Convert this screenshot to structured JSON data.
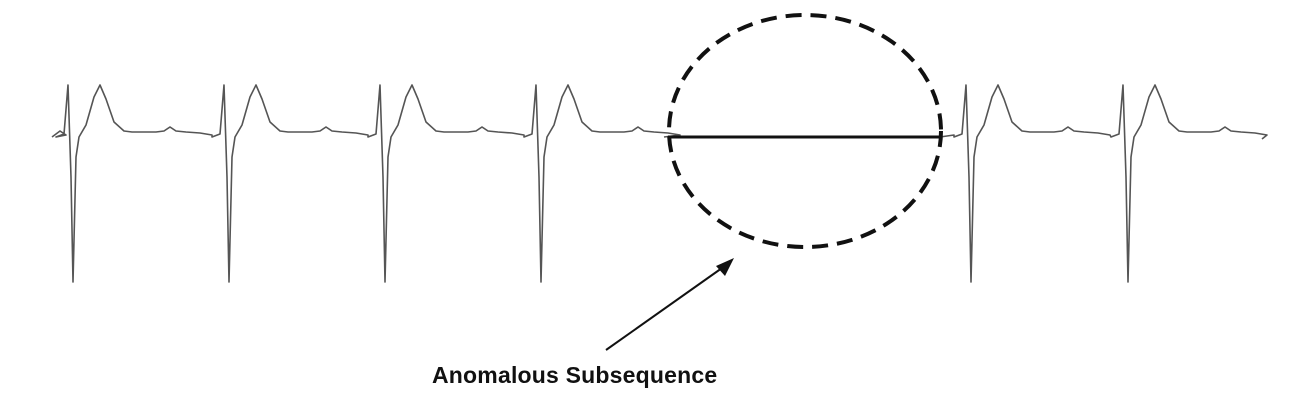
{
  "diagram": {
    "annotation_label": "Anomalous Subsequence",
    "colors": {
      "signal": "#555555",
      "flat_segment": "#111111",
      "circle": "#111111",
      "arrow": "#111111"
    },
    "beats_before_anomaly": 4,
    "beats_after_anomaly": 2
  }
}
